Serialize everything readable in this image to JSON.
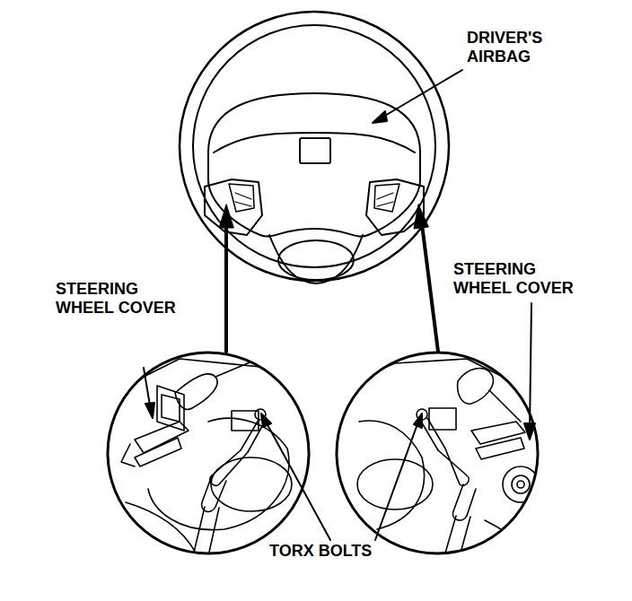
{
  "diagram": {
    "labels": [
      "DRIVER'S AIRBAG",
      "STEERING WHEEL COVER",
      "STEERING WHEEL COVER",
      "TORX BOLTS"
    ]
  }
}
